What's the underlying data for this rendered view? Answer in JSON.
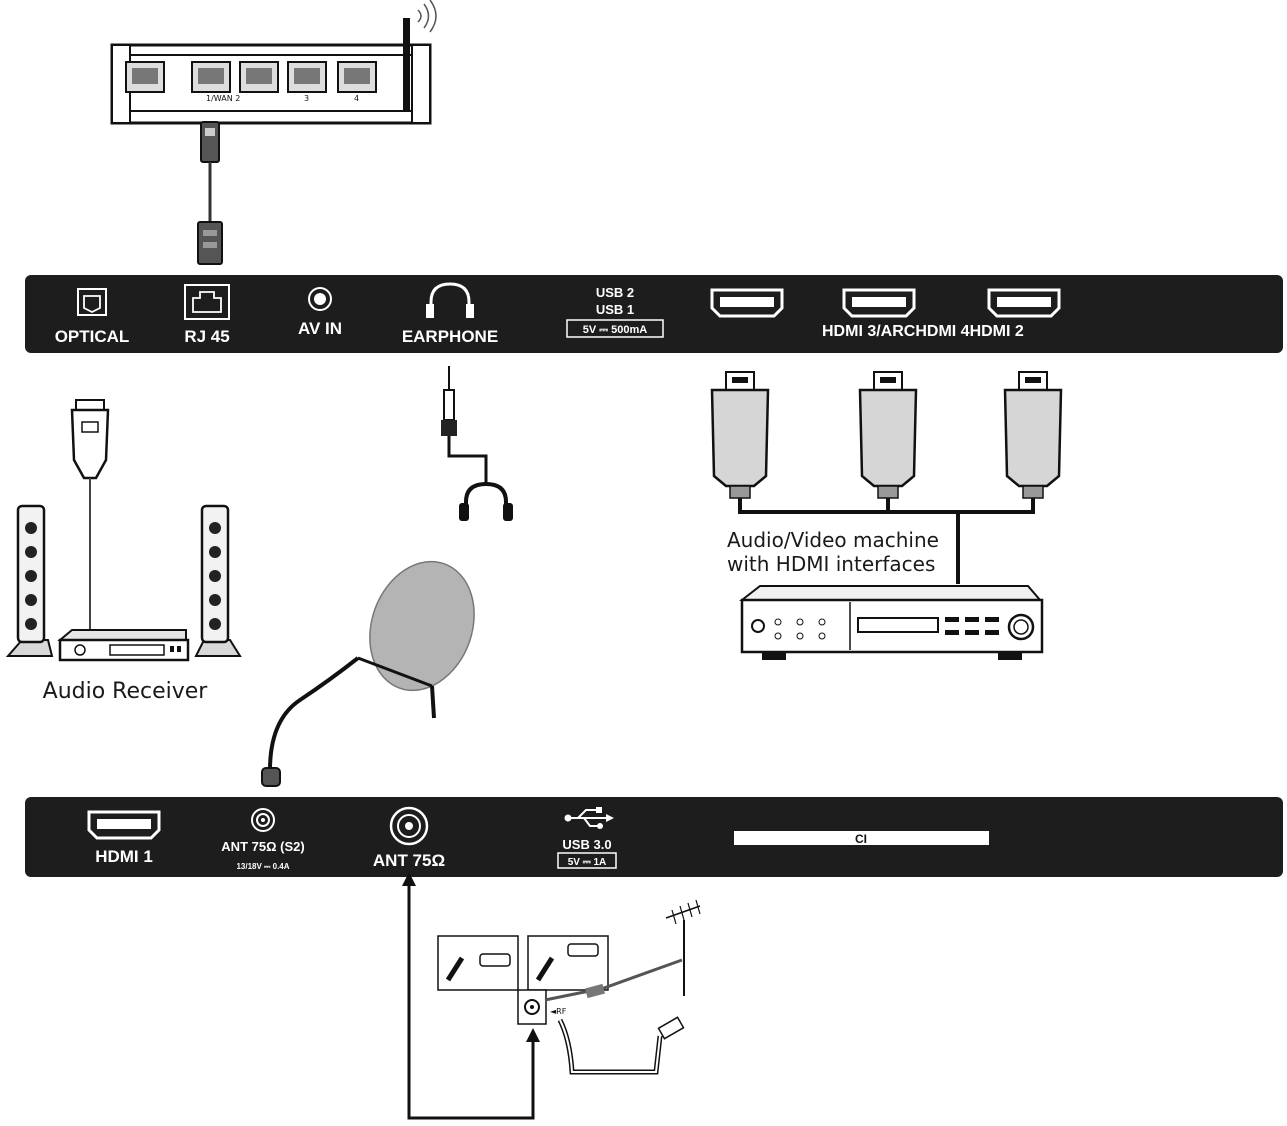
{
  "router": {
    "port_labels": [
      "1/WAN 2",
      "3",
      "4"
    ]
  },
  "top_panel": {
    "optical_label": "OPTICAL",
    "rj45_label": "RJ 45",
    "avin_label": "AV IN",
    "earphone_label": "EARPHONE",
    "usb2_label": "USB 2",
    "usb1_label": "USB 1",
    "usb_power_label": "5V ⎓ 500mA",
    "hdmi_labels": "HDMI 3/ARCHDMI 4HDMI 2"
  },
  "bottom_panel": {
    "hdmi1_label": "HDMI 1",
    "ant_s2_label": "ANT 75Ω (S2)",
    "ant_s2_power_label": "13/18V ⎓ 0.4A",
    "ant_label": "ANT 75Ω",
    "usb3_label": "USB 3.0",
    "usb3_power_label": "5V ⎓ 1A",
    "ci_label": "CI"
  },
  "devices": {
    "audio_receiver_label": "Audio Receiver",
    "av_machine_line1": "Audio/Video machine",
    "av_machine_line2": "with HDMI interfaces"
  },
  "antenna_inset": {
    "rf_label": "◄RF"
  }
}
